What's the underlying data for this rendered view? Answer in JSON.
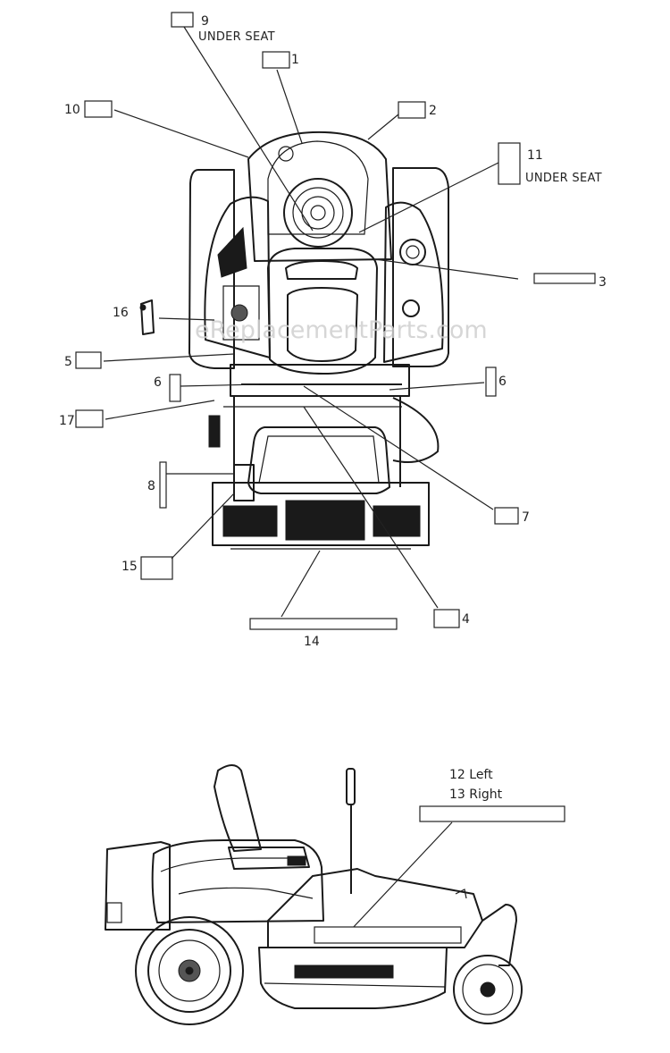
{
  "watermark": "eReplacementParts.com",
  "callouts": {
    "c1": "1",
    "c2": "2",
    "c3": "3",
    "c4": "4",
    "c5": "5",
    "c6_left": "6",
    "c6_right": "6",
    "c7": "7",
    "c8": "8",
    "c9": "9",
    "c9_note": "UNDER SEAT",
    "c10": "10",
    "c11": "11",
    "c11_note": "UNDER SEAT",
    "c14": "14",
    "c15": "15",
    "c16": "16",
    "c17": "17",
    "c12": "12 Left",
    "c13": "13 Right"
  }
}
